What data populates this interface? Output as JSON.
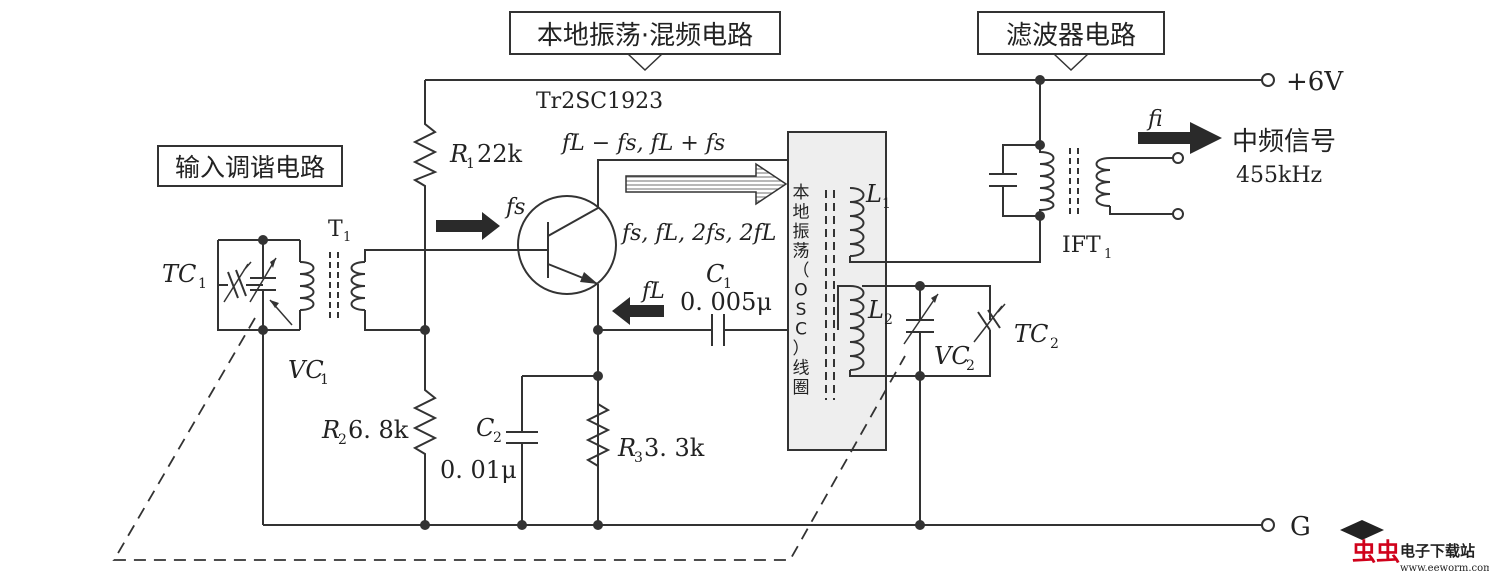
{
  "labels": {
    "osc_mixer_title": "本地振荡·混频电路",
    "filter_title": "滤波器电路",
    "input_tuning_title": "输入调谐电路",
    "osc_coil": [
      "本",
      "地",
      "振",
      "荡",
      "（",
      "O",
      "S",
      "C",
      "）",
      "线",
      "圈"
    ],
    "transistor": "Tr2SC1923",
    "freq_mix": "fL − fs, fL + fs",
    "freq_transistor": "fs, fL, 2fs, 2fL",
    "fs_arrow": "fs",
    "fl_arrow": "fL",
    "fi_arrow": "fi",
    "if_signal": "中频信号",
    "if_freq": "455kHz",
    "supply": "+6V",
    "ground": "G",
    "R1": "R",
    "R1_sub": "1",
    "R1_val": "22k",
    "R2": "R",
    "R2_sub": "2",
    "R2_val": "6. 8k",
    "R3": "R",
    "R3_sub": "3",
    "R3_val": "3. 3k",
    "C1": "C",
    "C1_sub": "1",
    "C1_val": "0. 005μ",
    "C2": "C",
    "C2_sub": "2",
    "C2_val": "0. 01μ",
    "T1": "T",
    "T1_sub": "1",
    "L1": "L",
    "L1_sub": "1",
    "L2": "L",
    "L2_sub": "2",
    "IFT1": "IFT",
    "IFT1_sub": "1",
    "TC1": "TC",
    "TC1_sub": "1",
    "TC2": "TC",
    "TC2_sub": "2",
    "VC1": "VC",
    "VC1_sub": "1",
    "VC2": "VC",
    "VC2_sub": "2"
  },
  "watermark": {
    "logo_text": "虫虫",
    "site_name": "电子下载站",
    "url": "www.eeworm.com"
  }
}
